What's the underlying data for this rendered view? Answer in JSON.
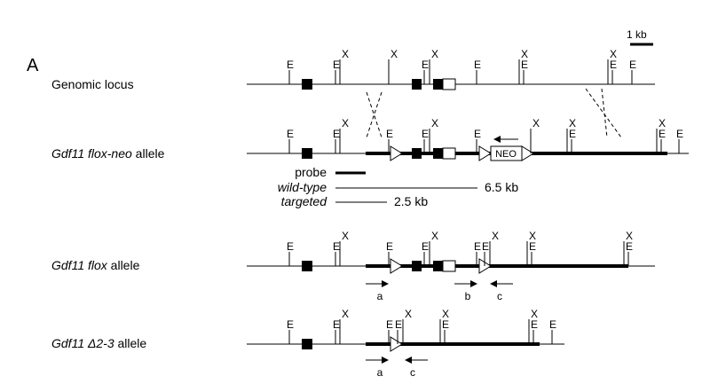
{
  "panel_label": "A",
  "scale_bar_label": "1 kb",
  "site_letters": {
    "E": "E",
    "X": "X"
  },
  "rows": {
    "genomic": {
      "label": "Genomic locus"
    },
    "flox_neo": {
      "label_italic": "Gdf11 flox-neo",
      "label_rest": " allele",
      "cassette": "NEO"
    },
    "flox": {
      "label_italic": "Gdf11 flox",
      "label_rest": " allele",
      "primers": [
        "a",
        "b",
        "c"
      ]
    },
    "delta": {
      "label_italic": "Gdf11 Δ2-3",
      "label_rest": " allele",
      "primers": [
        "a",
        "c"
      ]
    }
  },
  "probe": {
    "label": "probe",
    "wild_type_label": "wild-type",
    "wild_type_size": "6.5 kb",
    "targeted_label": "targeted",
    "targeted_size": "2.5 kb"
  },
  "colors": {
    "ink": "#000000",
    "background": "#ffffff"
  }
}
